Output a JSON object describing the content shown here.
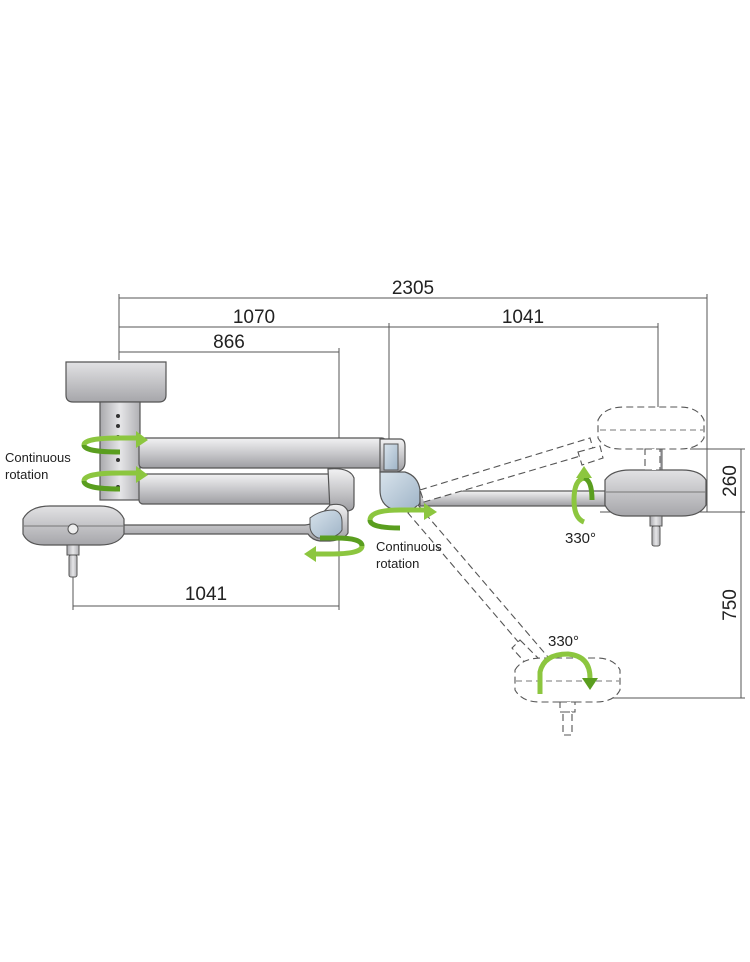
{
  "dimensions": {
    "total_span": "2305",
    "arm_1": "1070",
    "arm_2_right": "1041",
    "arm_short": "866",
    "arm_lower": "1041",
    "height_offset": "260",
    "height_drop": "750"
  },
  "labels": {
    "rotation_left_line1": "Continuous",
    "rotation_left_line2": "rotation",
    "rotation_center_line1": "Continuous",
    "rotation_center_line2": "rotation",
    "angle_right": "330°",
    "angle_bottom": "330°"
  },
  "colors": {
    "arrow_green": "#8cc63f",
    "arrow_dark_green": "#5a9e1f",
    "body_gray": "#c8c8cb",
    "joint_blue": "#b7c9d9"
  }
}
